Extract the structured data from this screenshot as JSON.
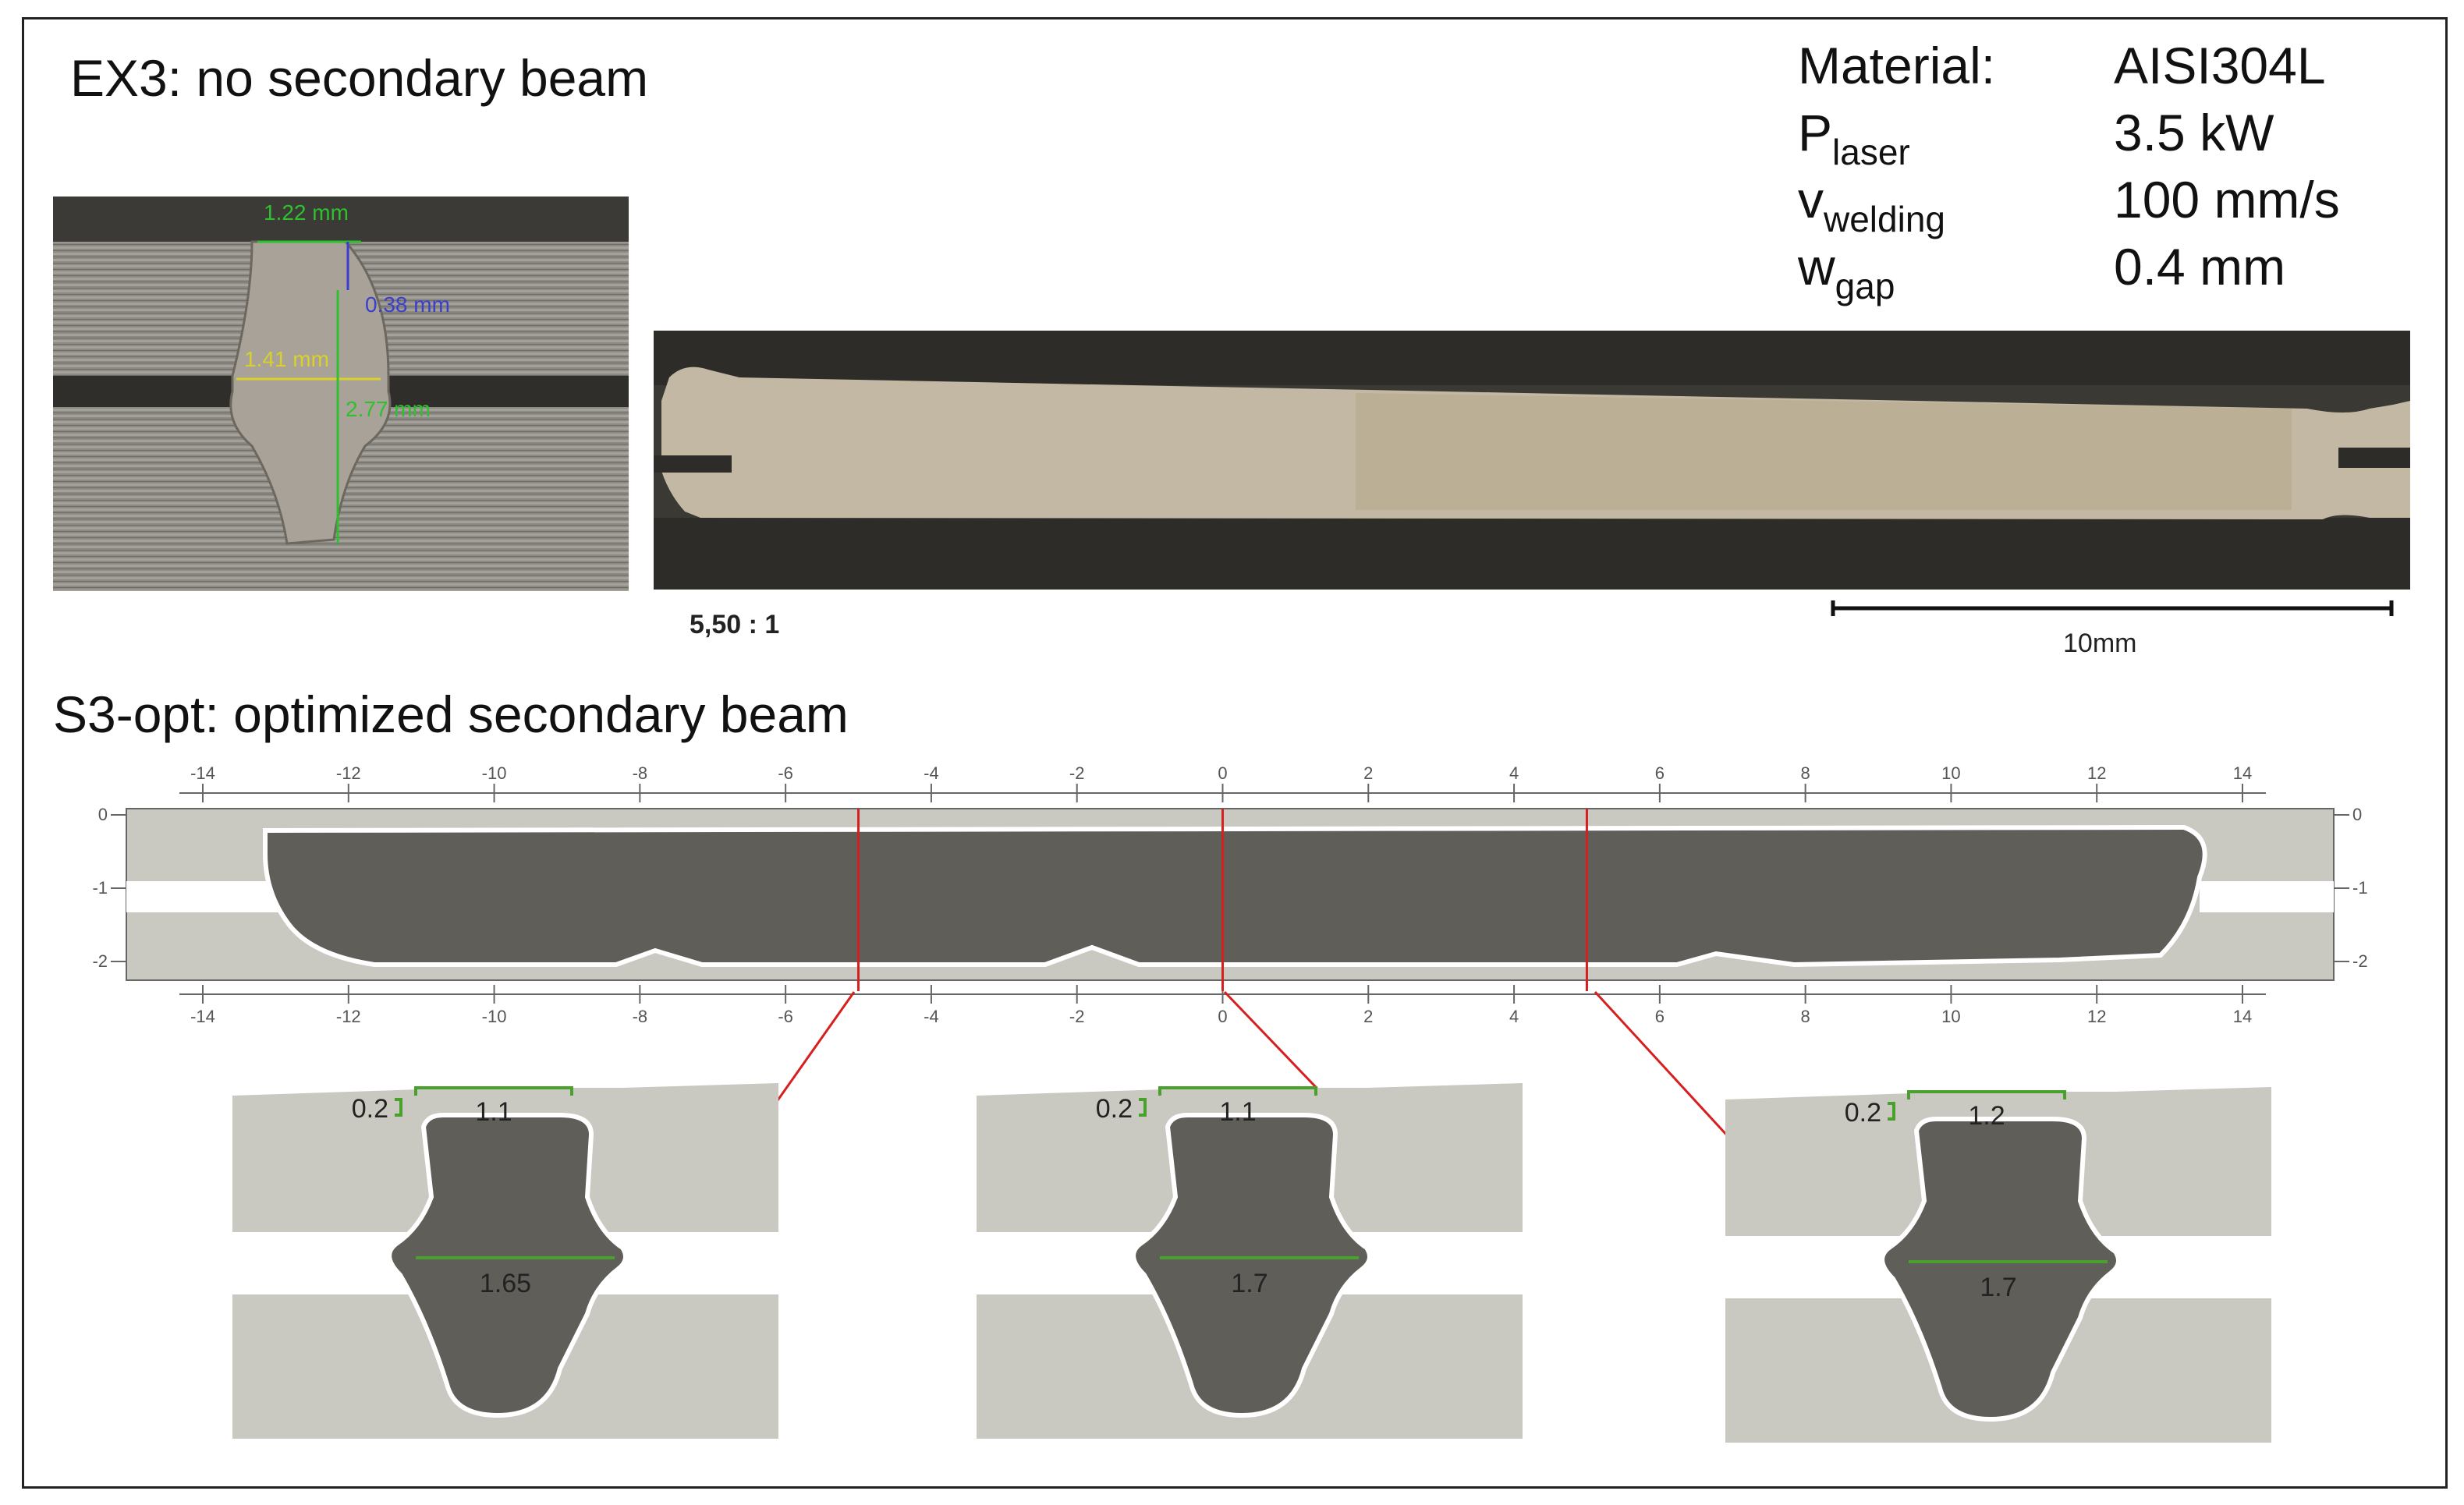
{
  "top": {
    "title": "EX3: no secondary beam",
    "params": [
      {
        "name": "Material:",
        "sub": "",
        "value": "AISI304L"
      },
      {
        "name": "P",
        "sub": "laser",
        "value": "3.5 kW"
      },
      {
        "name": "v",
        "sub": "welding",
        "value": "100 mm/s"
      },
      {
        "name": "w",
        "sub": "gap",
        "value": "0.4 mm"
      }
    ],
    "cross_section_labels": {
      "top_width": "1.22 mm",
      "top_height": "0.38 mm",
      "mid_width": "1.41 mm",
      "depth": "2.77 mm"
    },
    "magnification": "5,50 : 1",
    "scale_bar": "10mm"
  },
  "bottom": {
    "title": "S3-opt: optimized secondary beam",
    "x_ticks": [
      "-14",
      "-12",
      "-10",
      "-8",
      "-6",
      "-4",
      "-2",
      "0",
      "2",
      "4",
      "6",
      "8",
      "10",
      "12",
      "14"
    ],
    "y_ticks": [
      "0",
      "-1",
      "-2"
    ],
    "sections": [
      {
        "top_offset": "0.2",
        "top_width": "1.1",
        "mid_width": "1.65"
      },
      {
        "top_offset": "0.2",
        "top_width": "1.1",
        "mid_width": "1.7"
      },
      {
        "top_offset": "0.2",
        "top_width": "1.2",
        "mid_width": "1.7"
      }
    ],
    "colors": {
      "weld": "#5f5e59",
      "base": "#c9c8c1",
      "section_marker": "#d61f1f",
      "measure": "#4aa02c"
    }
  }
}
